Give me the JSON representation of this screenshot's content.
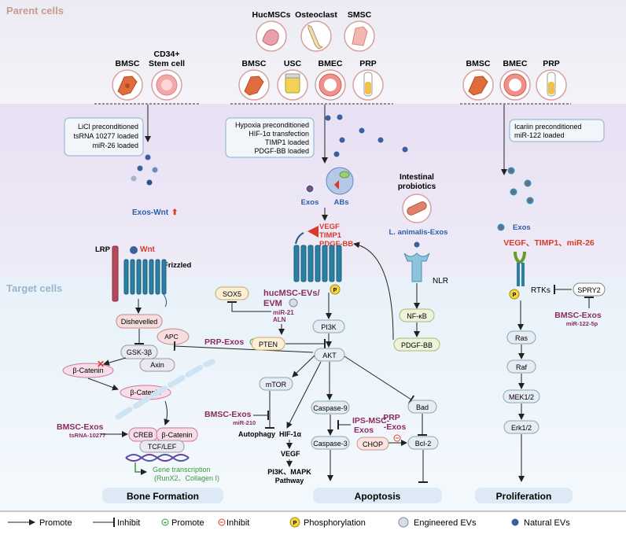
{
  "regions": {
    "parent": "Parent cells",
    "target": "Target cells"
  },
  "left": {
    "cells": [
      "BMSC",
      "CD34+",
      "Stem cell"
    ],
    "precondition": [
      "LiCl preconditioned",
      "tsRNA 10277 loaded",
      "miR-26 loaded"
    ],
    "exos": "Exos-Wnt",
    "exos_arrow": "⬆",
    "lrp": "LRP",
    "wnt": "Wnt",
    "frizzled": "Frizzled",
    "dishevelled": "Dishevelled",
    "gsk": "GSK-3β",
    "apc": "APC",
    "axin": "Axin",
    "bcat1": "β-Catenin",
    "bcat2": "β-Catenin",
    "bcat3": "β-Catenin",
    "prp_exos": "PRP-Exos",
    "bmsc_exos": "BMSC-Exos",
    "bmsc_sub": "tsRNA-10277",
    "creb": "CREB",
    "tcf": "TCF/LEF",
    "gene_line1": "Gene transcription",
    "gene_line2": "(RunX2、Collagen I)",
    "section": "Bone Formation"
  },
  "middle": {
    "cells_top": [
      "HucMSCs",
      "Osteoclast",
      "SMSC"
    ],
    "cells_row": [
      "BMSC",
      "USC",
      "BMEC",
      "PRP"
    ],
    "precondition": [
      "Hypoxia preconditioned",
      "HIF-1α transfection",
      "TIMP1 loaded",
      "PDGF-BB loaded"
    ],
    "exos": "Exos",
    "abs": "ABs",
    "factors": [
      "VEGF",
      "TIMP1",
      "PDGF-BB"
    ],
    "probiotics": [
      "Intestinal",
      "probiotics"
    ],
    "animalis": "L. animalis-Exos",
    "nlr": "NLR",
    "nfkb": "NF-κB",
    "pdgf": "PDGF-BB",
    "sox5": "SOX5",
    "hucmsc1": "hucMSC-EVs/",
    "hucmsc2": "EVM",
    "mir21": "miR-21",
    "aln": "ALN",
    "pten": "PTEN",
    "pi3k": "PI3K",
    "akt": "AKT",
    "mtor": "mTOR",
    "bmsc_exos": "BMSC-Exos",
    "mir210": "miR-210",
    "autophagy": "Autophagy",
    "hif": "HIF-1α",
    "vegf": "VEGF",
    "path1": "PI3K、MAPK",
    "path2": "Pathway",
    "casp9": "Caspase-9",
    "casp3": "Caspase-3",
    "ips1": "IPS-MSC-",
    "ips2": "Exos",
    "prp1": "PRP",
    "prp2": "-Exos",
    "bad": "Bad",
    "bcl2": "Bcl-2",
    "chop": "CHOP",
    "p": "P",
    "section": "Apoptosis"
  },
  "right": {
    "cells": [
      "BMSC",
      "BMEC",
      "PRP"
    ],
    "precondition": [
      "Icariin preconditioned",
      "miR-122 loaded"
    ],
    "exos": "Exos",
    "factors": "VEGF、TIMP1、miR-26",
    "rtks": "RTKs",
    "spry2": "SPRY2",
    "bmsc_exos": "BMSC-Exos",
    "mir122": "miR-122-5p",
    "ras": "Ras",
    "raf": "Raf",
    "mek": "MEK1/2",
    "erk": "Erk1/2",
    "section": "Proliferation"
  },
  "legend": {
    "promote": "Promote",
    "inhibit": "Inhibit",
    "promote2": "Promote",
    "inhibit2": "Inhibit",
    "phos": "Phosphorylation",
    "eng": "Engineered EVs",
    "nat": "Natural EVs"
  },
  "colors": {
    "red": "#d93a2b",
    "purple": "#8e2a62",
    "blue": "#2b5fa8",
    "receptor": "#2a7fa3",
    "green": "#3a9a3a"
  }
}
